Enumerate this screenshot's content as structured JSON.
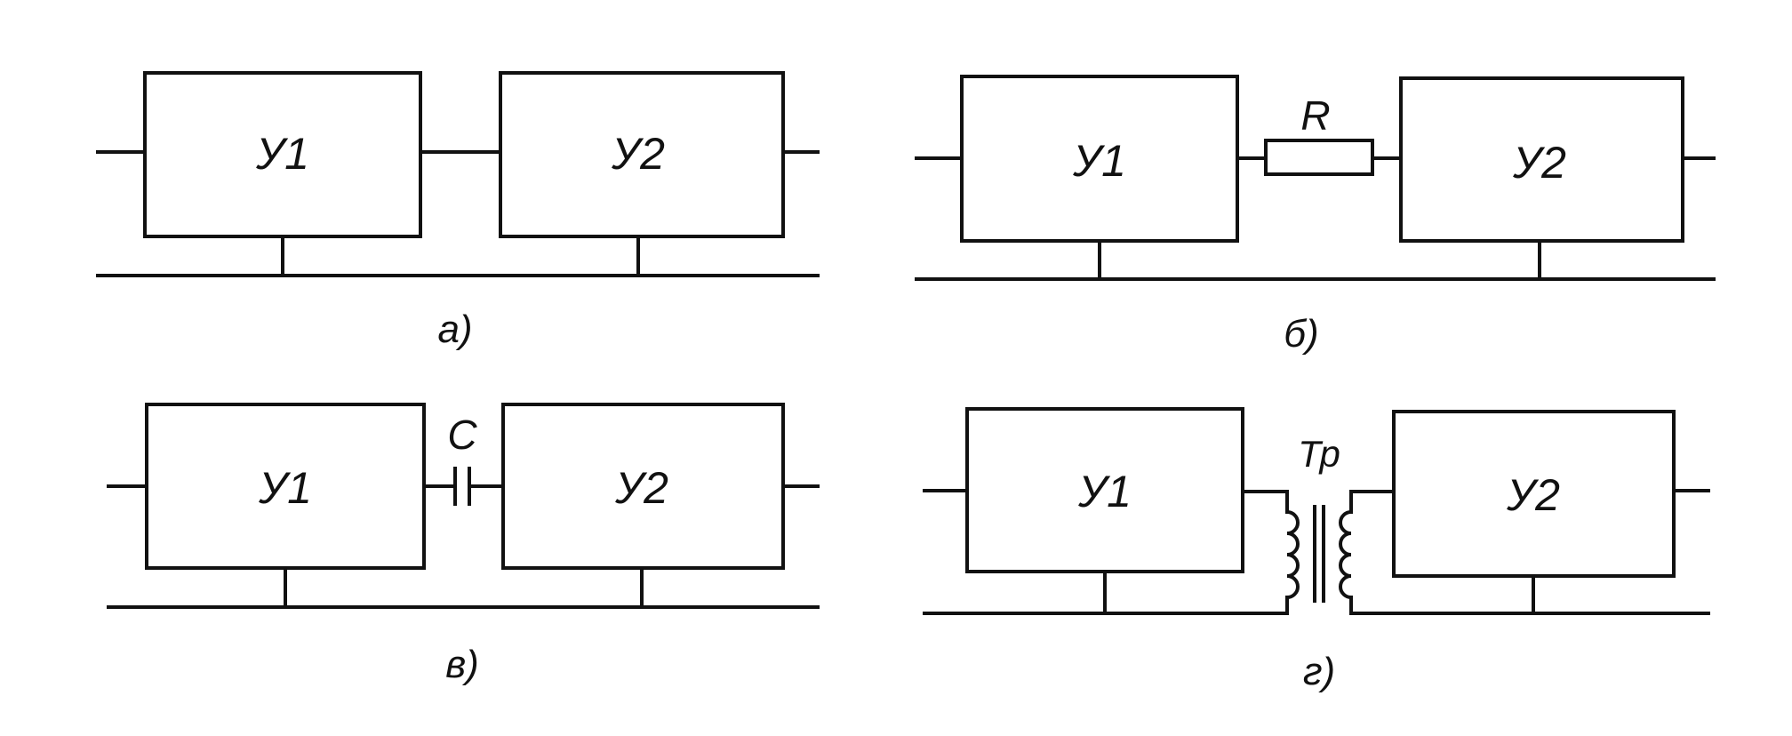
{
  "diagrams": {
    "a": {
      "caption": "а)",
      "block1": "У1",
      "block2": "У2"
    },
    "b": {
      "caption": "б)",
      "block1": "У1",
      "block2": "У2",
      "element": "R"
    },
    "v": {
      "caption": "в)",
      "block1": "У1",
      "block2": "У2",
      "element": "C"
    },
    "g": {
      "caption": "г)",
      "block1": "У1",
      "block2": "У2",
      "element": "Тр"
    }
  },
  "colors": {
    "line": "#111111",
    "background": "#ffffff"
  }
}
